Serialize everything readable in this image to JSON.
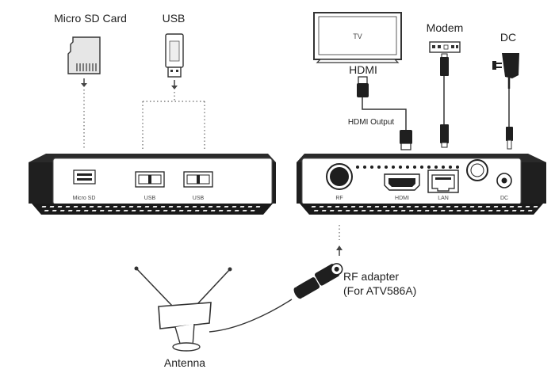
{
  "labels": {
    "micro_sd_card": "Micro SD Card",
    "usb": "USB",
    "tv": "TV",
    "modem": "Modem",
    "dc": "DC",
    "hdmi": "HDMI",
    "hdmi_output": "HDMI Output",
    "rf_adapter_line1": "RF adapter",
    "rf_adapter_line2": "(For ATV586A)",
    "antenna": "Antenna"
  },
  "port_labels": {
    "micro_sd": "Micro SD",
    "usb_left": "USB",
    "usb_right": "USB",
    "rf": "RF",
    "hdmi": "HDMI",
    "lan": "LAN",
    "dc": "DC"
  },
  "colors": {
    "device_body": "#1f1f1f",
    "line": "#333333",
    "dotted": "#666666",
    "background": "#ffffff"
  }
}
